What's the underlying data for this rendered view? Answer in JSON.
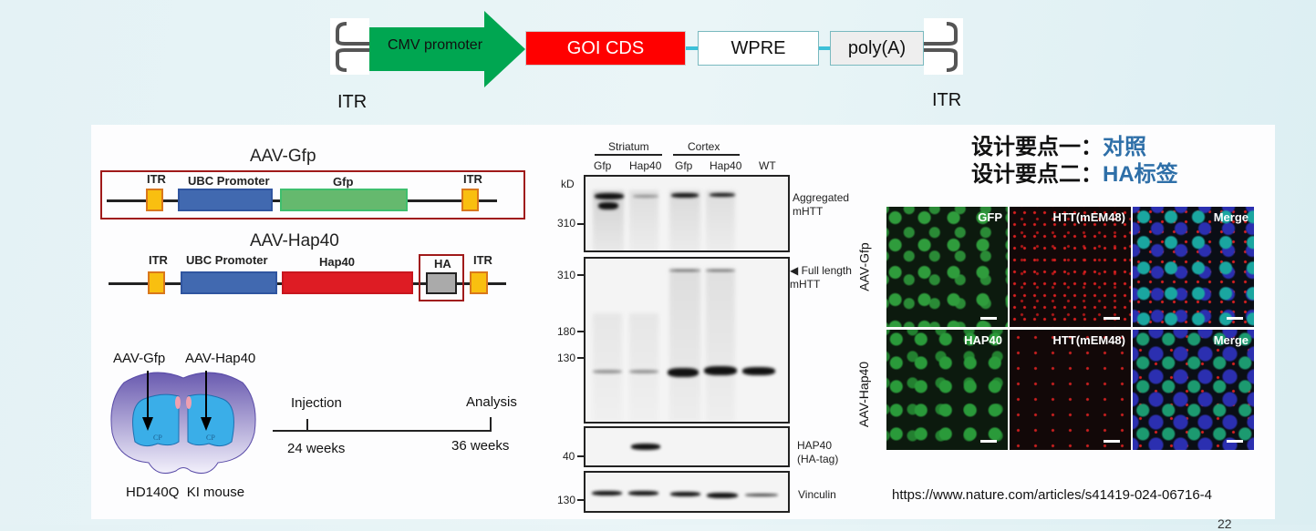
{
  "construct": {
    "itr_left": "ITR",
    "itr_right": "ITR",
    "promoter": "CMV promoter",
    "cds": "GOI CDS",
    "wpre": "WPRE",
    "polya": "poly(A)",
    "colors": {
      "promoter": "#00a651",
      "cds": "#ff0000",
      "connector": "#3cc0d8"
    }
  },
  "vectors": {
    "gfp": {
      "title": "AAV-Gfp",
      "itr1": "ITR",
      "promoter": "UBC Promoter",
      "gene": "Gfp",
      "itr2": "ITR"
    },
    "hap40": {
      "title": "AAV-Hap40",
      "itr1": "ITR",
      "promoter": "UBC Promoter",
      "gene": "Hap40",
      "tag": "HA",
      "itr2": "ITR"
    }
  },
  "experiment": {
    "inj_left": "AAV-Gfp",
    "inj_right": "AAV-Hap40",
    "region": "CP",
    "mouse": "HD140Q  KI mouse",
    "injection": "Injection",
    "analysis": "Analysis",
    "t1": "24 weeks",
    "t2": "36 weeks"
  },
  "western": {
    "groups": [
      "Striatum",
      "Cortex"
    ],
    "lanes": [
      "Gfp",
      "Hap40",
      "Gfp",
      "Hap40",
      "WT"
    ],
    "unit": "kD",
    "markers": {
      "agg": "310",
      "fl310": "310",
      "m180": "180",
      "m130": "130",
      "hap": "40",
      "vinc": "130"
    },
    "labels": {
      "agg": "Aggregated mHTT",
      "fl": "◀ Full length mHTT",
      "hap": "HAP40 (HA-tag)",
      "vinc": "Vinculin"
    }
  },
  "design": {
    "line1_prefix": "设计要点一：",
    "line1_key": "对照",
    "line2_prefix": "设计要点二：",
    "line2_key": "HA标签",
    "key_color": "#2e6fa8"
  },
  "microscopy": {
    "rows": [
      "AAV-Gfp",
      "AAV-Hap40"
    ],
    "panels": [
      [
        "GFP",
        "HTT(mEM48)",
        "Merge"
      ],
      [
        "HAP40",
        "HTT(mEM48)",
        "Merge"
      ]
    ]
  },
  "source_url": "https://www.nature.com/articles/s41419-024-06716-4",
  "page_number": "22"
}
